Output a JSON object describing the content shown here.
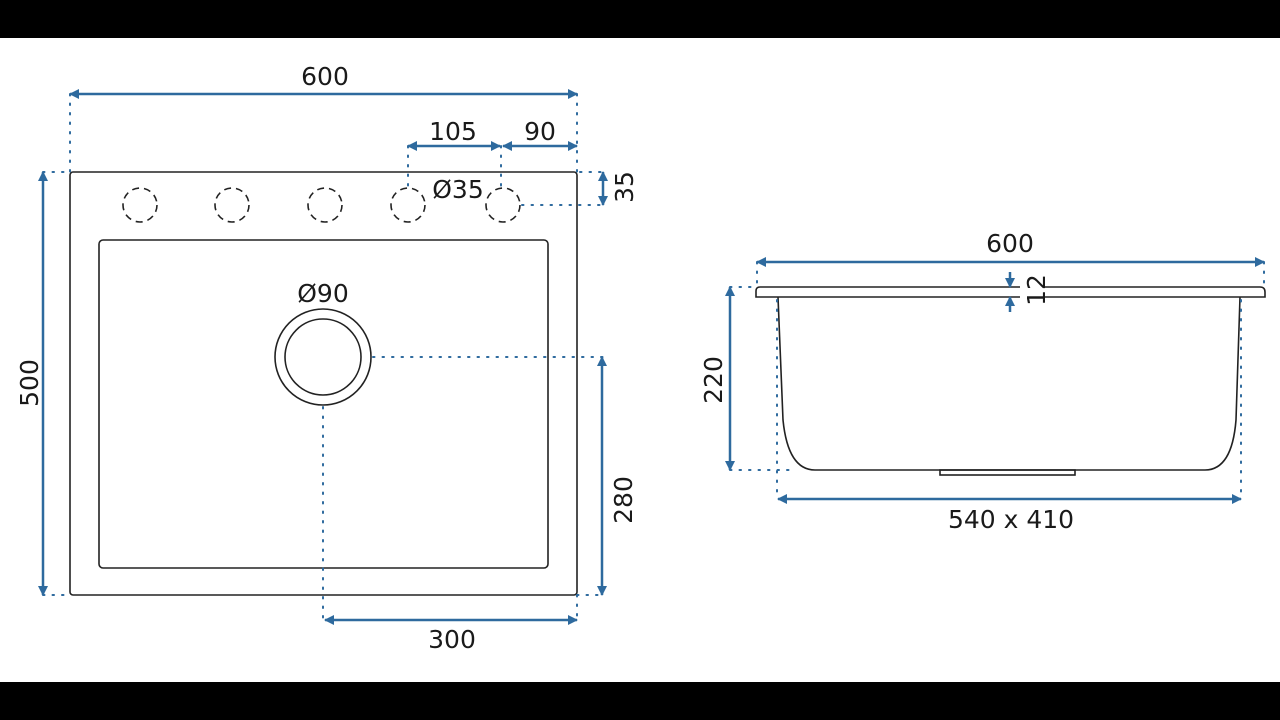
{
  "colors": {
    "dimension": "#2e6a9e",
    "outline": "#222222",
    "bars": "#000000"
  },
  "top_view": {
    "width_label": "600",
    "hole_spacing_label": "105",
    "hole_edge_label": "90",
    "hole_offset_label": "35",
    "hole_diameter_label": "Ø35",
    "height_label": "500",
    "drain_diameter_label": "Ø90",
    "drain_from_bottom_label": "280",
    "drain_from_right_label": "300"
  },
  "side_view": {
    "width_label": "600",
    "rim_thickness_label": "12",
    "depth_label": "220",
    "bowl_size_label": "540 x 410"
  }
}
